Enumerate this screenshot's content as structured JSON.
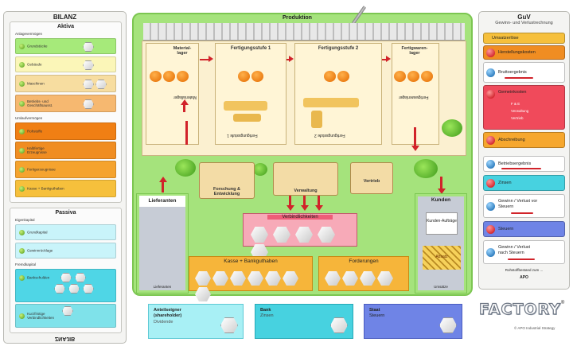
{
  "bilanz": {
    "title": "BILANZ",
    "footer": "ZNAJIB",
    "aktiva": {
      "title": "Aktiva",
      "anlage_header": "Anlagevermögen",
      "anlage_items": [
        "Grundstücke",
        "Gebäude",
        "Maschinen",
        "Betriebs- und Geschäftsausst."
      ],
      "umlauf_header": "Umlaufvermögen",
      "umlauf_items": [
        "Rohstoffe",
        "Halbfertige Erzeugnisse",
        "Fertigerzeugnisse",
        "Kasse + Bankguthaben"
      ]
    },
    "passiva": {
      "title": "Passiva",
      "ek_header": "Eigenkapital",
      "ek_items": [
        "Grundkapital",
        "Gewinnrücklage"
      ],
      "fk_header": "Fremdkapital",
      "fk_items": [
        "Bankschulden",
        "Kurzfristige Verbindlichkeiten"
      ]
    }
  },
  "produktion": {
    "title": "Produktion",
    "stations": {
      "material": "Material-lager",
      "fs1": "Fertigungsstufe 1",
      "fs2": "Fertigungsstufe 2",
      "fertig": "Fertigwaren-lager"
    },
    "mirror": {
      "material": "Materiallager",
      "fs1": "Fertigungsstufe 1",
      "fs2": "Fertigungsstufe 2",
      "fertig": "Fertigwarenlager"
    }
  },
  "buildings": {
    "forschung": "Forschung & Entwicklung",
    "verwaltung": "Verwaltung",
    "vertrieb": "Vertrieb"
  },
  "lieferanten": {
    "title": "Lieferanten",
    "bottom": "Lieferanten"
  },
  "kunden": {
    "title": "Kunden",
    "inner1": "Kunden-Aufträge",
    "inner2": "Absatz",
    "bottom": "Umsätze"
  },
  "verbindlichkeiten": {
    "title": "Verbindlichkeiten"
  },
  "kasse": {
    "title": "Kasse + Bankguthaben"
  },
  "forderungen": {
    "title": "Forderungen"
  },
  "anteilseigner": {
    "title": "Anteilseigner",
    "subtitle": "(shareholder)",
    "sub2": "Dividende"
  },
  "bank": {
    "title": "Bank",
    "sub": "Zinsen"
  },
  "staat": {
    "title": "Staat",
    "sub": "Steuern"
  },
  "guv": {
    "title": "GuV",
    "subtitle": "Gewinn- und Verlustrechnung",
    "umsatz": "Umsatzerlöse",
    "herstellung": "Herstellungskosten",
    "brutto": "Bruttoergebnis",
    "gemeinkosten": "Gemeinkosten",
    "gk_items": [
      "F & E",
      "Verwaltung",
      "Vertrieb"
    ],
    "abschreibung": "Abschreibung",
    "betrieb": "Betriebsergebnis",
    "zinsen": "Zinsen",
    "gewinn_vor": "Gewinn / Verlust vor Steuern",
    "steuern": "Steuern",
    "gewinn_nach": "Gewinn / Verlust nach Steuern",
    "footer": "Rohstoffbestand zum ... ",
    "footer2": "APO"
  },
  "brand": {
    "name": "FACTORY",
    "tm": "®",
    "tagline": "© APO Industrial Strategy"
  },
  "colors": {
    "green_bg": "#a5e37c",
    "orange": "#f39a1e",
    "light_orange": "#f8c67a",
    "cyan": "#63dbe8",
    "blue_purple": "#6f84e6",
    "red": "#d1232a"
  }
}
